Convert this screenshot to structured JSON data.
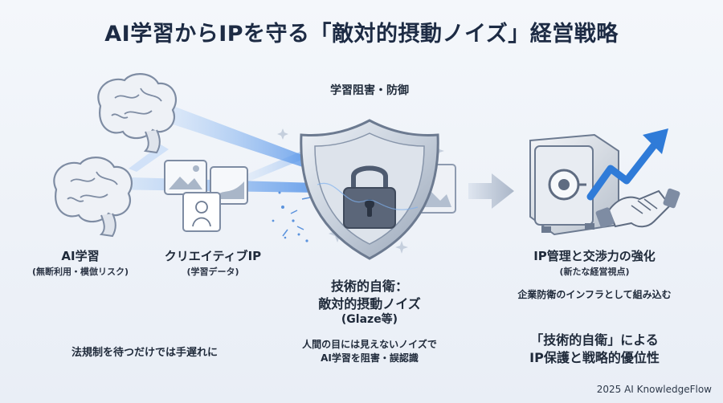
{
  "title": "AI学習からIPを守る「敵対的摂動ノイズ」経営戦略",
  "top_caption": "学習阻害・防御",
  "ai_learning": {
    "label": "AI学習",
    "sub": "(無断利用・模倣リスク)"
  },
  "creative_ip": {
    "label": "クリエイティブIP",
    "sub": "(学習データ)"
  },
  "center": {
    "line1": "技術的自衛：",
    "line2": "敵対的摂動ノイズ",
    "line3": "(Glaze等)",
    "desc1": "人間の目には見えないノイズで",
    "desc2": "AI学習を阻害・誤認識"
  },
  "right": {
    "label": "IP管理と交渉力の強化",
    "sub": "(新たな経営視点)",
    "caption": "企業防衛のインフラとして組み込む",
    "result1": "「技術的自衛」による",
    "result2": "IP保護と戦略的優位性"
  },
  "left_note": "法規制を待つだけでは手遅れに",
  "credit": "2025 AI KnowledgeFlow",
  "icons": [
    "brain-icon",
    "image-icon",
    "shield-lock-icon",
    "safe-icon",
    "trend-arrow-icon",
    "handshake-icon",
    "right-arrow-icon"
  ],
  "colors": {
    "title": "#1d2b44",
    "shield": "#b9c4d2",
    "beam": "#4f8fe0",
    "accent": "#2f7bd8"
  }
}
